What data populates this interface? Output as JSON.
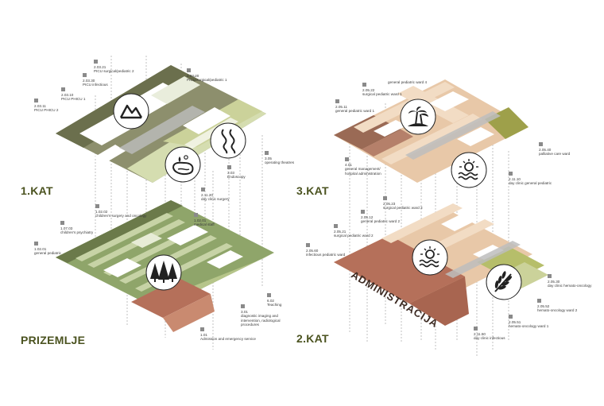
{
  "floors": {
    "ground": "PRIZEMLJE",
    "first": "1.KAT",
    "second": "2.KAT",
    "third": "3.KAT"
  },
  "admin_label": "ADMINISTRACIJA",
  "labels": {
    "f1_a": {
      "code": "2.03.21",
      "name": "PICU surgical/pediatric 2"
    },
    "f1_b": {
      "code": "2.03.20",
      "name": "PICU surgical/pediatric 1"
    },
    "f1_c": {
      "code": "2.03.30",
      "name": "PICU infectious"
    },
    "f1_d": {
      "code": "2.03.10",
      "name": "PICU PHICU 1"
    },
    "f1_e": {
      "code": "2.03.11",
      "name": "PICU PHICU 2"
    },
    "f1_f": {
      "code": "3.05",
      "name": "operating theatres"
    },
    "f1_g": {
      "code": "3.03",
      "name": "Endoscopy"
    },
    "f1_h": {
      "code": "2.11.20",
      "name": "day clinic surgery"
    },
    "g_a": {
      "code": "1.02.02",
      "name": "children's surgery and oncology"
    },
    "g_b": {
      "code": "1.07.03",
      "name": "children's psychiatry"
    },
    "g_c": {
      "code": "1.02.01",
      "name": "general pediatric"
    },
    "g_d": {
      "code": "1.02.01",
      "name": "medical staff"
    },
    "g_e": {
      "code": "6.02",
      "name": "Teaching"
    },
    "g_f": {
      "code": "3.01",
      "name": "diagnostic imaging and intervention, radiological procedures"
    },
    "g_g": {
      "code": "1.01",
      "name": "Admission and emergency service"
    },
    "f3_a": {
      "code": "",
      "name": "general pediatric ward 4"
    },
    "f3_b": {
      "code": "2.05.22",
      "name": "surgical pediatric ward 1"
    },
    "f3_c": {
      "code": "2.05.11",
      "name": "general pediatric ward 1"
    },
    "f3_d": {
      "code": "2.05.40",
      "name": "palliative care ward"
    },
    "f3_e": {
      "code": "4.01",
      "name": "general management/ hospital administration"
    },
    "f3_f": {
      "code": "2.11.10",
      "name": "day clinic general pediatric"
    },
    "f2_a": {
      "code": "2.05.23",
      "name": "surgical pediatric ward 3"
    },
    "f2_b": {
      "code": "2.05.12",
      "name": "general pediatric ward 2"
    },
    "f2_c": {
      "code": "2.05.21",
      "name": "surgical pediatric ward 2"
    },
    "f2_d": {
      "code": "2.05.60",
      "name": "infectious pediatric ward"
    },
    "f2_e": {
      "code": "2.05.30",
      "name": "day clinic hemato-oncology"
    },
    "f2_f": {
      "code": "2.05.52",
      "name": "hemato-oncology ward 2"
    },
    "f2_g": {
      "code": "2.05.51",
      "name": "hemato-oncology ward 1"
    },
    "f2_h": {
      "code": "2.11.50",
      "name": "day clinic infectious"
    }
  },
  "icons": [
    "mountains-icon",
    "river-icon",
    "lake-icon",
    "trees-icon",
    "palm-island-icon",
    "sun-waves-icon",
    "sun-waves-icon",
    "wheat-icon"
  ],
  "colors": {
    "green_dark": "#6b7a4a",
    "green_mid": "#8fa56a",
    "green_light": "#c7d3a6",
    "olive_dark": "#6b6f4d",
    "yellow_green": "#cbd29a",
    "terracotta": "#b5705a",
    "peach": "#e8c8a8",
    "peach_light": "#f2dcc4",
    "brown": "#9a6a55",
    "grey": "#bdbdbd",
    "label_green": "#4b5320"
  }
}
